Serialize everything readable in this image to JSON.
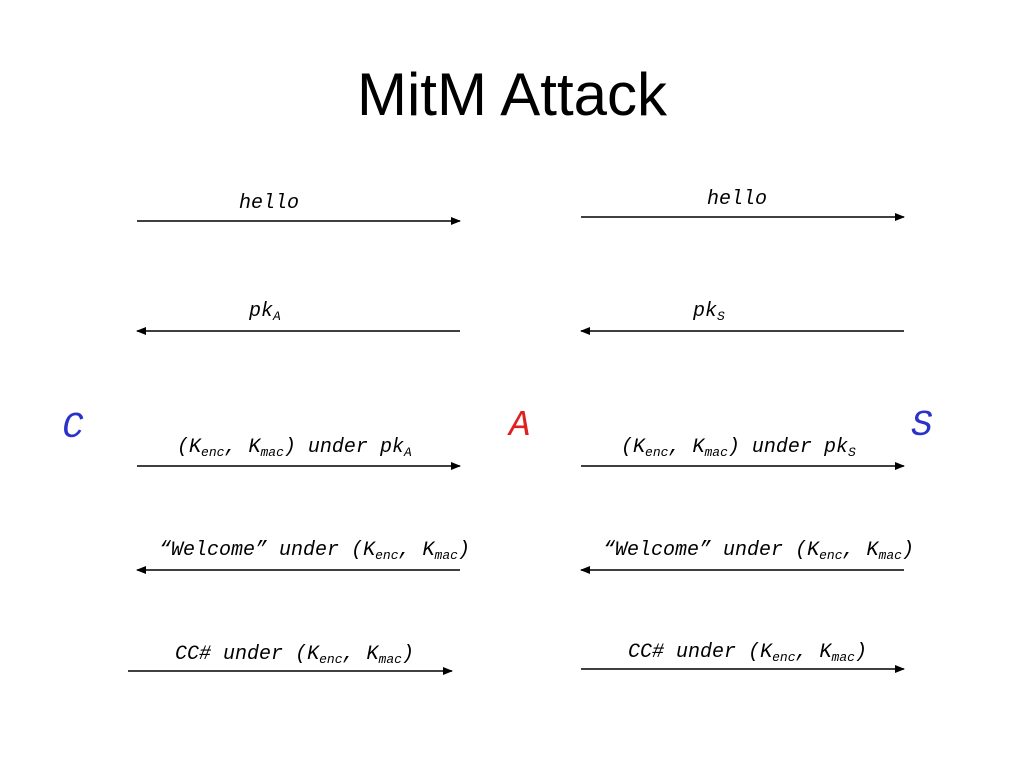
{
  "title": "MitM Attack",
  "parties": {
    "client": {
      "label": "C",
      "color": "#2a32c8"
    },
    "attacker": {
      "label": "A",
      "color": "#e02020"
    },
    "server": {
      "label": "S",
      "color": "#2a32c8"
    }
  },
  "common": {
    "under": "under",
    "k": "K",
    "enc": "enc",
    "mac": "mac",
    "pk": "pk",
    "comma": ", ",
    "open_paren": "(",
    "close_paren": ")"
  },
  "messages": {
    "hello": "hello",
    "welcome": "“Welcome”",
    "cc": "CC#",
    "sub_a": "A",
    "sub_s": "S"
  },
  "arrows": [
    {
      "id": "left-hello",
      "direction": "right"
    },
    {
      "id": "right-hello",
      "direction": "right"
    },
    {
      "id": "left-pk",
      "direction": "left"
    },
    {
      "id": "right-pk",
      "direction": "left"
    },
    {
      "id": "left-keys",
      "direction": "right"
    },
    {
      "id": "right-keys",
      "direction": "right"
    },
    {
      "id": "left-welcome",
      "direction": "left"
    },
    {
      "id": "right-welcome",
      "direction": "left"
    },
    {
      "id": "left-cc",
      "direction": "right"
    },
    {
      "id": "right-cc",
      "direction": "right"
    }
  ]
}
